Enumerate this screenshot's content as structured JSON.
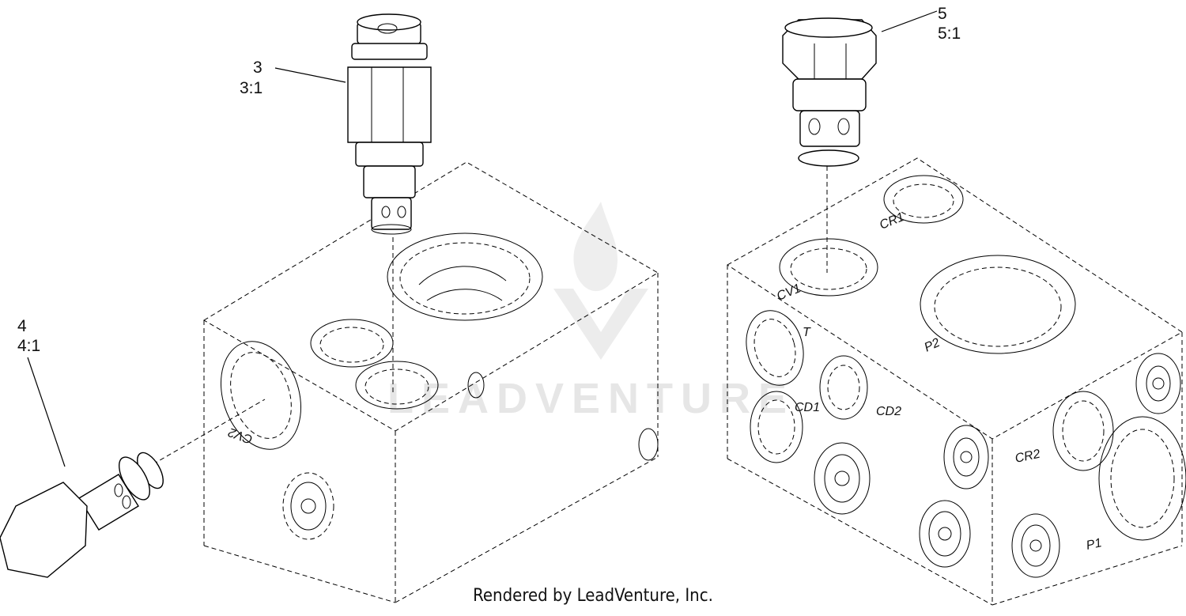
{
  "callouts": {
    "part3": {
      "num": "3",
      "qty": "3:1"
    },
    "part4": {
      "num": "4",
      "qty": "4:1"
    },
    "part5": {
      "num": "5",
      "qty": "5:1"
    }
  },
  "ports_left_block": {
    "cv2": "CV2"
  },
  "ports_right_block": {
    "cr1": "CR1",
    "cv1": "CV1",
    "t": "T",
    "p2": "P2",
    "cd1": "CD1",
    "cd2": "CD2",
    "cr2": "CR2",
    "p1": "P1"
  },
  "watermark": "LEADVENTURE",
  "footer": {
    "credit": "Rendered by LeadVenture, Inc."
  }
}
